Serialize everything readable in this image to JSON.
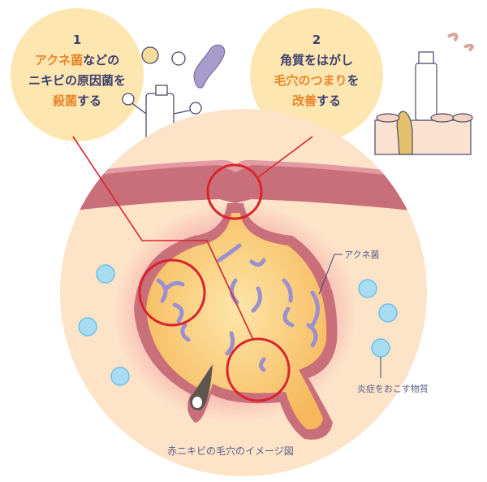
{
  "point1": {
    "number": "1",
    "line1_hl": "アクネ菌",
    "line1_rest": "などの",
    "line2": "ニキビの原因菌を",
    "line3_hl": "殺菌",
    "line3_rest": "する"
  },
  "point2": {
    "number": "2",
    "line1": "角質をはがし",
    "line2_hl": "毛穴のつまり",
    "line2_rest": "を",
    "line3_hl": "改善",
    "line3_rest": "する"
  },
  "labels": {
    "bacteria": "アクネ菌",
    "inflammatory": "炎症をおこす物質",
    "caption": "赤ニキビの毛穴のイメージ図"
  },
  "colors": {
    "highlight": "#e8842a",
    "text": "#3d3f6e",
    "bubble": "#fde6b0",
    "callout": "#d9232e"
  }
}
